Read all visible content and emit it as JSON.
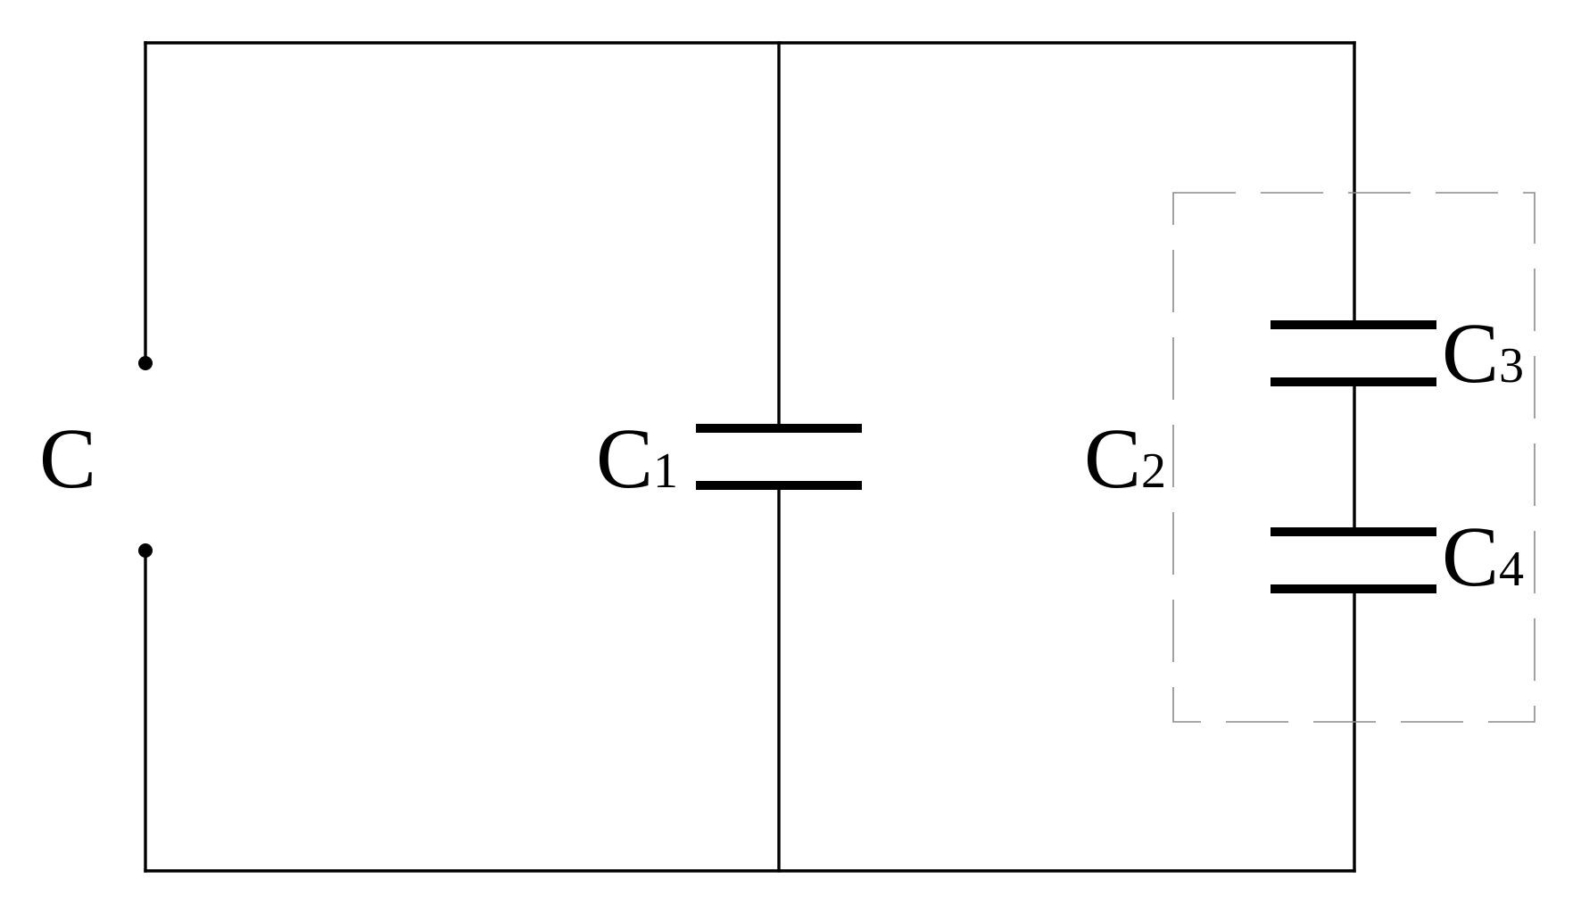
{
  "diagram": {
    "type": "circuit",
    "labels": {
      "terminal": {
        "main": "C",
        "sub": ""
      },
      "c1": {
        "main": "C",
        "sub": "1"
      },
      "c2": {
        "main": "C",
        "sub": "2"
      },
      "c3": {
        "main": "C",
        "sub": "3"
      },
      "c4": {
        "main": "C",
        "sub": "4"
      }
    },
    "colors": {
      "wire": "#000000",
      "group_box": "#8a8a8a",
      "background": "#ffffff"
    }
  }
}
